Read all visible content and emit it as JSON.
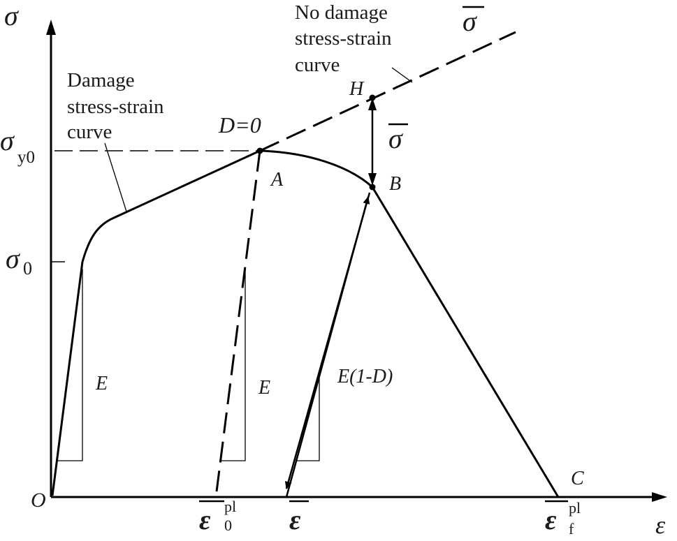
{
  "axes": {
    "y_symbol": "σ",
    "x_symbol": "ε",
    "origin": "O"
  },
  "y_ticks": {
    "yield_symbol": "σ",
    "yield_subscript": "y0",
    "initial_symbol": "σ",
    "initial_subscript": "0"
  },
  "x_ticks": {
    "eps0_symbol": "ε",
    "eps0_sup": "pl",
    "eps0_sub": "0",
    "epsbar_symbol": "ε",
    "epsf_symbol": "ε",
    "epsf_sup": "pl",
    "epsf_sub": "f"
  },
  "points": {
    "A": "A",
    "B": "B",
    "C": "C",
    "H": "H",
    "D_zero": "D=0"
  },
  "annotations": {
    "damage_curve": [
      "Damage",
      "stress-strain",
      "curve"
    ],
    "no_damage_curve": [
      "No damage",
      "stress-strain",
      "curve"
    ],
    "sigma_bar_top": "σ",
    "sigma_bar_mid": "σ"
  },
  "slopes": {
    "elastic_1": "E",
    "elastic_2": "E",
    "damaged": "E(1-D)"
  }
}
